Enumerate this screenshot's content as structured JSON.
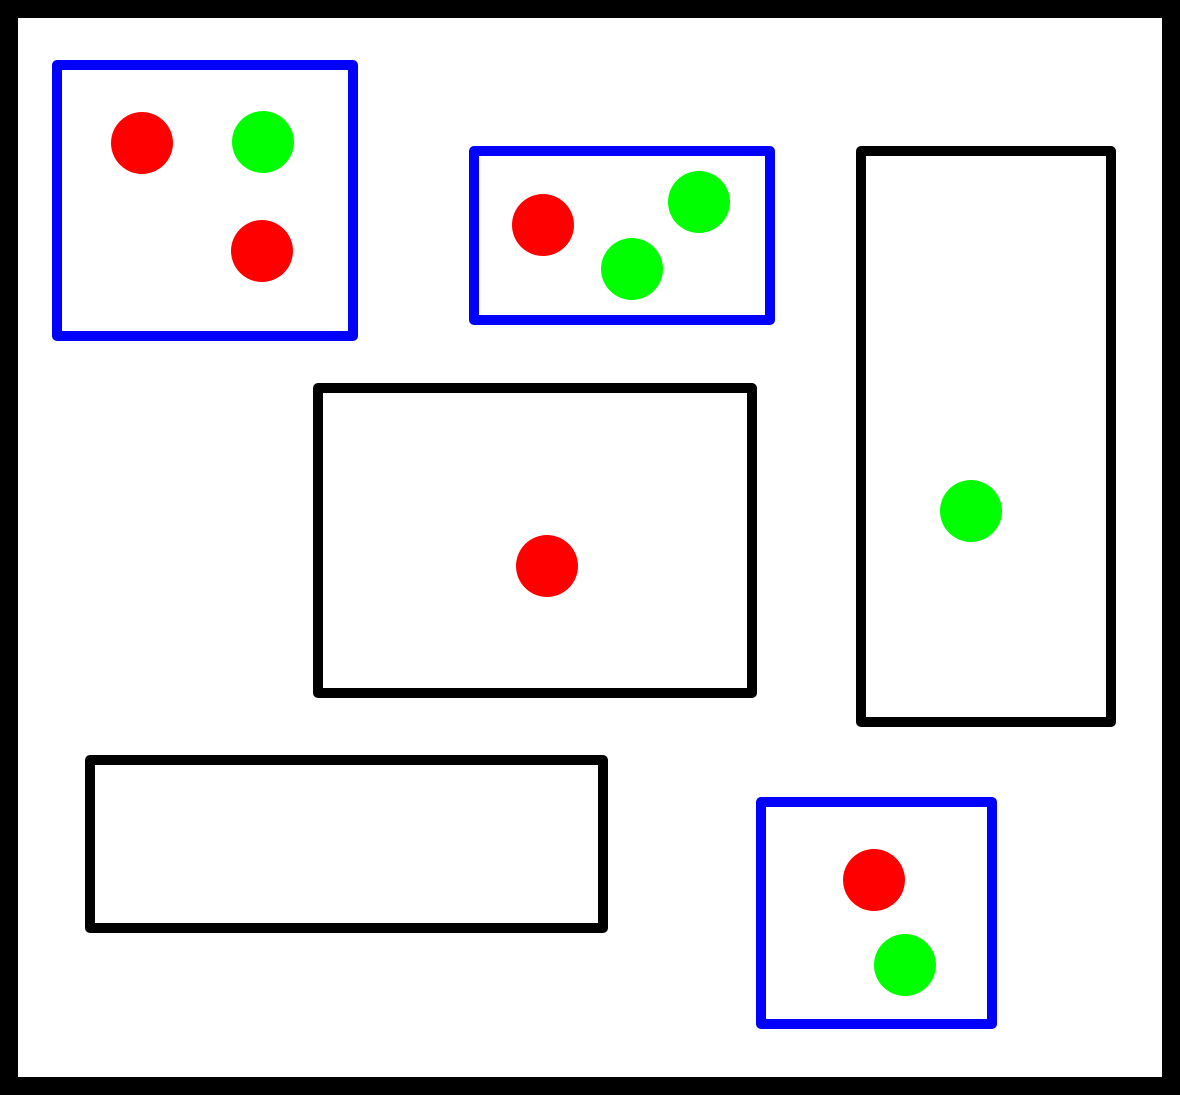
{
  "colors": {
    "background": "#ffffff",
    "frame": "#000000",
    "blue_box": "#0000ff",
    "black_box": "#000000",
    "red_dot": "#ff0000",
    "green_dot": "#00ff00"
  },
  "boxes": [
    {
      "border": "blue",
      "dots": [
        "red",
        "green",
        "red"
      ]
    },
    {
      "border": "blue",
      "dots": [
        "red",
        "green",
        "green"
      ]
    },
    {
      "border": "black",
      "dots": [
        "green"
      ]
    },
    {
      "border": "black",
      "dots": [
        "red"
      ]
    },
    {
      "border": "black",
      "dots": []
    },
    {
      "border": "blue",
      "dots": [
        "red",
        "green"
      ]
    }
  ]
}
